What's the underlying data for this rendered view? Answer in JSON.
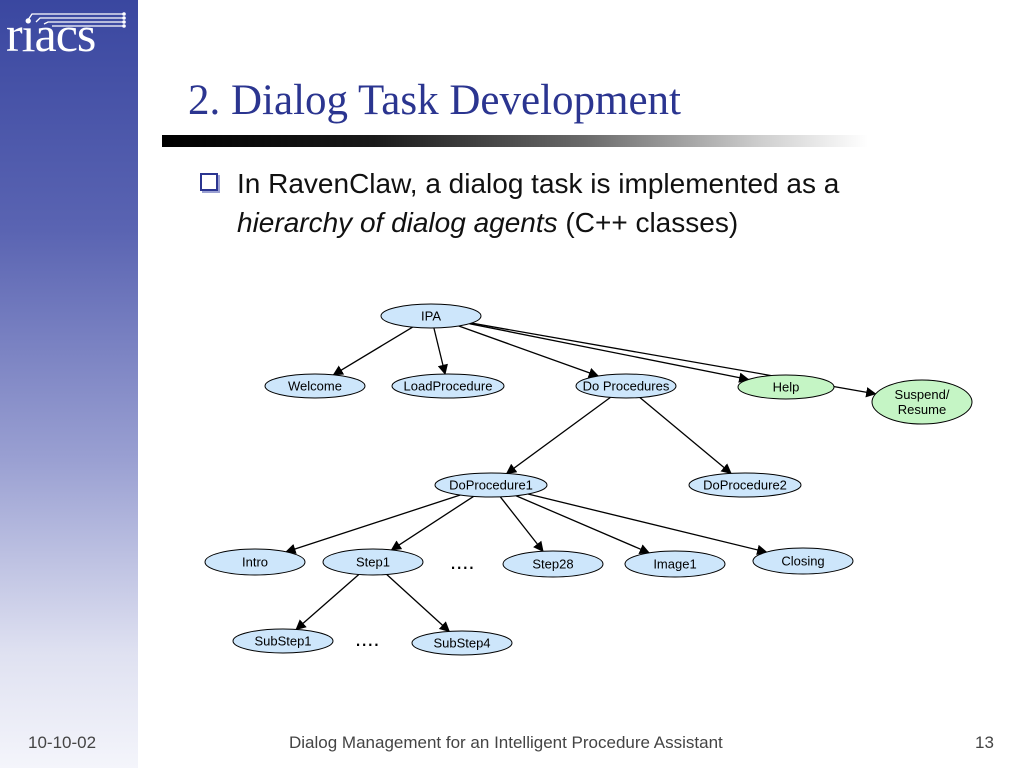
{
  "logo": {
    "text": "riacs"
  },
  "slide": {
    "title": "2. Dialog Task Development",
    "bullet": {
      "line1": "In RavenClaw, a dialog task is implemented as a",
      "emphasis": "hierarchy of dialog agents",
      "rest": " (C++ classes)"
    }
  },
  "tree": {
    "nodes": [
      {
        "id": "ipa",
        "label": "IPA",
        "color": "#cde6fb"
      },
      {
        "id": "welcome",
        "label": "Welcome",
        "color": "#cde6fb"
      },
      {
        "id": "loadprocedure",
        "label": "LoadProcedure",
        "color": "#cde6fb"
      },
      {
        "id": "doprocedures",
        "label": "Do Procedures",
        "color": "#cde6fb"
      },
      {
        "id": "help",
        "label": "Help",
        "color": "#c5f5c5"
      },
      {
        "id": "suspend",
        "label": [
          "Suspend/",
          "Resume"
        ],
        "color": "#c5f5c5"
      },
      {
        "id": "doprocedure1",
        "label": "DoProcedure1",
        "color": "#cde6fb"
      },
      {
        "id": "doprocedure2",
        "label": "DoProcedure2",
        "color": "#cde6fb"
      },
      {
        "id": "intro",
        "label": "Intro",
        "color": "#cde6fb"
      },
      {
        "id": "step1",
        "label": "Step1",
        "color": "#cde6fb"
      },
      {
        "id": "step28",
        "label": "Step28",
        "color": "#cde6fb"
      },
      {
        "id": "image1",
        "label": "Image1",
        "color": "#cde6fb"
      },
      {
        "id": "closing",
        "label": "Closing",
        "color": "#cde6fb"
      },
      {
        "id": "substep1",
        "label": "SubStep1",
        "color": "#cde6fb"
      },
      {
        "id": "substep4",
        "label": "SubStep4",
        "color": "#cde6fb"
      }
    ],
    "edges": [
      [
        "ipa",
        "welcome"
      ],
      [
        "ipa",
        "loadprocedure"
      ],
      [
        "ipa",
        "doprocedures"
      ],
      [
        "ipa",
        "help"
      ],
      [
        "ipa",
        "suspend"
      ],
      [
        "doprocedures",
        "doprocedure1"
      ],
      [
        "doprocedures",
        "doprocedure2"
      ],
      [
        "doprocedure1",
        "intro"
      ],
      [
        "doprocedure1",
        "step1"
      ],
      [
        "doprocedure1",
        "step28"
      ],
      [
        "doprocedure1",
        "image1"
      ],
      [
        "doprocedure1",
        "closing"
      ],
      [
        "step1",
        "substep1"
      ],
      [
        "step1",
        "substep4"
      ]
    ],
    "ellipses": [
      "....",
      "...."
    ]
  },
  "footer": {
    "date": "10-10-02",
    "title": "Dialog Management for an Intelligent Procedure Assistant",
    "page": "13"
  }
}
